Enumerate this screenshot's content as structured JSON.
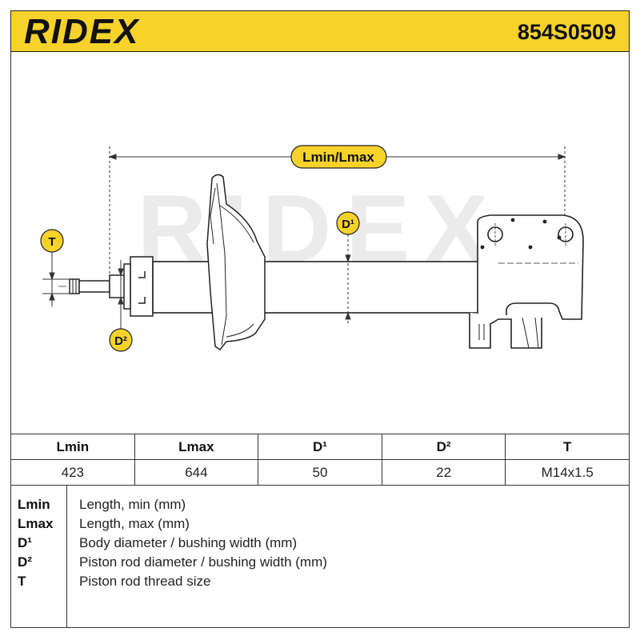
{
  "header": {
    "brand": "RIDEX",
    "part_number": "854S0509"
  },
  "drawing": {
    "watermark": "RIDEX",
    "labels": {
      "length": "Lmin/Lmax",
      "d1": "D¹",
      "d2": "D²",
      "t": "T"
    }
  },
  "spec_table": {
    "headers": [
      "Lmin",
      "Lmax",
      "D¹",
      "D²",
      "T"
    ],
    "values": [
      "423",
      "644",
      "50",
      "22",
      "M14x1.5"
    ]
  },
  "legend": [
    {
      "key": "Lmin",
      "desc": "Length, min (mm)"
    },
    {
      "key": "Lmax",
      "desc": "Length, max (mm)"
    },
    {
      "key": "D¹",
      "desc": "Body diameter / bushing width (mm)"
    },
    {
      "key": "D²",
      "desc": "Piston rod diameter / bushing width (mm)"
    },
    {
      "key": "T",
      "desc": "Piston rod thread size"
    }
  ],
  "colors": {
    "accent": "#f6d22b",
    "line": "#222222",
    "watermark": "#ebebeb"
  }
}
